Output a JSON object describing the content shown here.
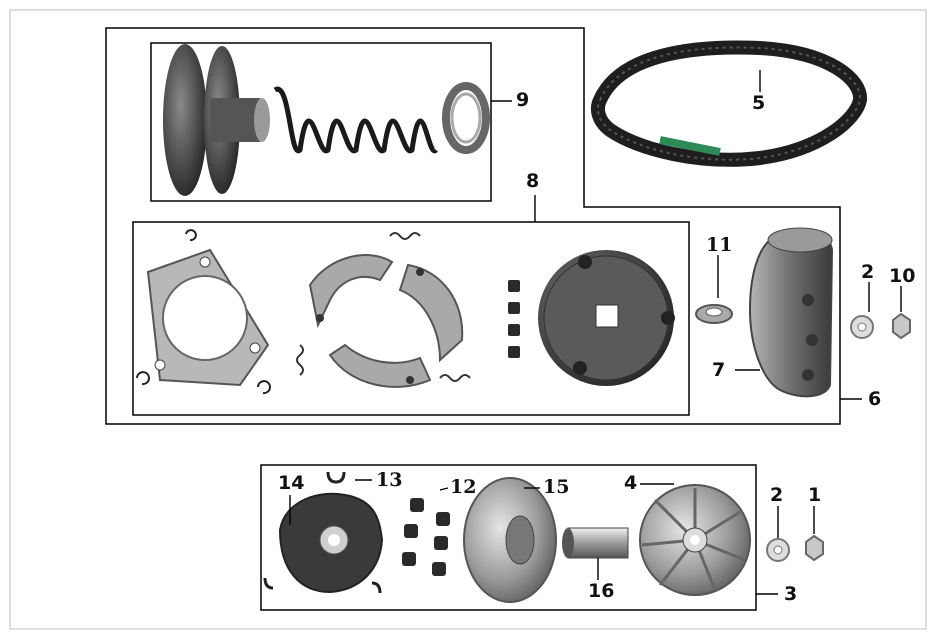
{
  "callouts": {
    "c1": "1",
    "c2a": "2",
    "c2b": "2",
    "c3": "3",
    "c4": "4",
    "c5": "5",
    "c6": "6",
    "c7": "7",
    "c8": "8",
    "c9": "9",
    "c10": "10",
    "c11": "11",
    "c12": "12",
    "c13": "13",
    "c14": "14",
    "c15": "15",
    "c16": "16"
  },
  "colors": {
    "metal_dark": "#3c3c3c",
    "metal_mid": "#8a8a8a",
    "metal_light": "#c8c8c8",
    "belt": "#1e1e1e",
    "belt_band": "#2e8b57",
    "line": "#000000"
  }
}
